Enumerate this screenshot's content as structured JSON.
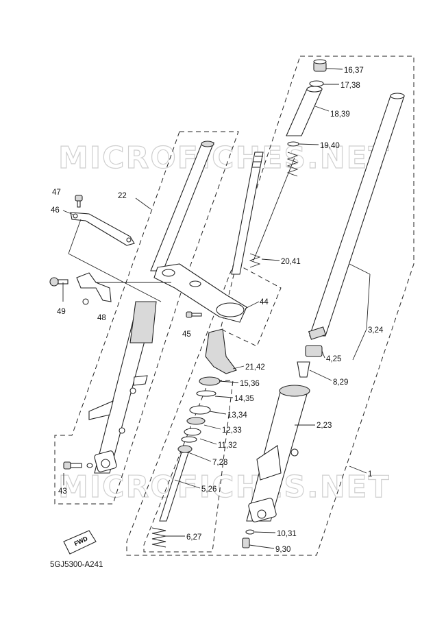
{
  "watermarks": [
    "MICROFICHES.NET",
    "MICROFICHES.NET"
  ],
  "diagram_code": "5GJ5300-A241",
  "fwd_badge": "FWD",
  "callouts": {
    "c16_37": "16,37",
    "c17_38": "17,38",
    "c18_39": "18,39",
    "c19_40": "19,40",
    "c20_41": "20,41",
    "c3_24": "3,24",
    "c4_25": "4,25",
    "c8_29": "8,29",
    "c2_23": "2,23",
    "c1": "1",
    "c10_31": "10,31",
    "c9_30": "9,30",
    "c47": "47",
    "c22": "22",
    "c46": "46",
    "c49": "49",
    "c48": "48",
    "c44": "44",
    "c45": "45",
    "c21_42": "21,42",
    "c15_36": "15,36",
    "c14_35": "14,35",
    "c13_34": "13,34",
    "c12_33": "12,33",
    "c11_32": "11,32",
    "c7_28": "7,28",
    "c5_26": "5,26",
    "c6_27": "6,27",
    "c43": "43"
  }
}
